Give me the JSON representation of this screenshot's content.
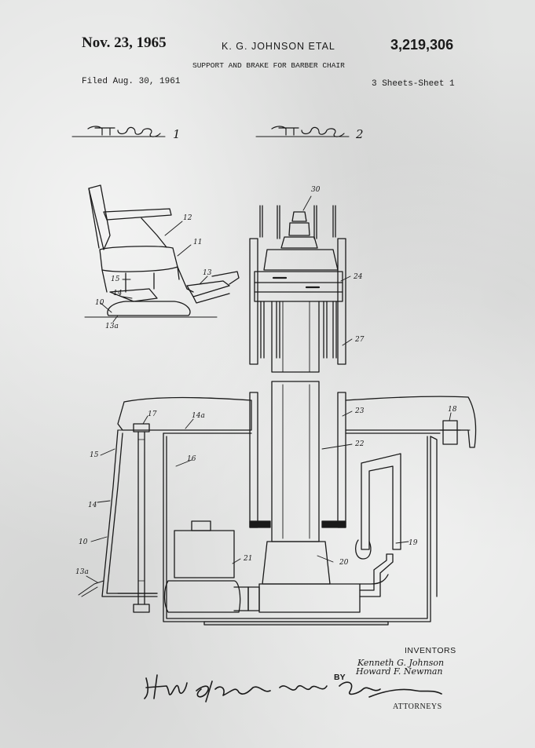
{
  "header": {
    "date": "Nov. 23, 1965",
    "inventor_short": "K. G. JOHNSON ETAL",
    "patent_number": "3,219,306",
    "title": "SUPPORT AND BRAKE FOR BARBER CHAIR",
    "filed": "Filed Aug. 30, 1961",
    "sheets": "3 Sheets-Sheet 1"
  },
  "figures": {
    "fig1": "1",
    "fig2": "2"
  },
  "labels_fig1": [
    "10",
    "11",
    "12",
    "13",
    "13a",
    "14",
    "15"
  ],
  "labels_fig2": [
    "14",
    "14a",
    "10",
    "13a",
    "15",
    "16",
    "17",
    "18",
    "19",
    "20",
    "21",
    "22",
    "23",
    "24",
    "27",
    "30"
  ],
  "footer": {
    "inventors_heading": "INVENTORS",
    "inventor_1": "Kenneth G. Johnson",
    "inventor_2": "Howard F. Newman",
    "by": "BY",
    "attorneys": "ATTORNEYS"
  },
  "colors": {
    "paper": "#e3e4e3",
    "ink": "#1a1a1a"
  }
}
